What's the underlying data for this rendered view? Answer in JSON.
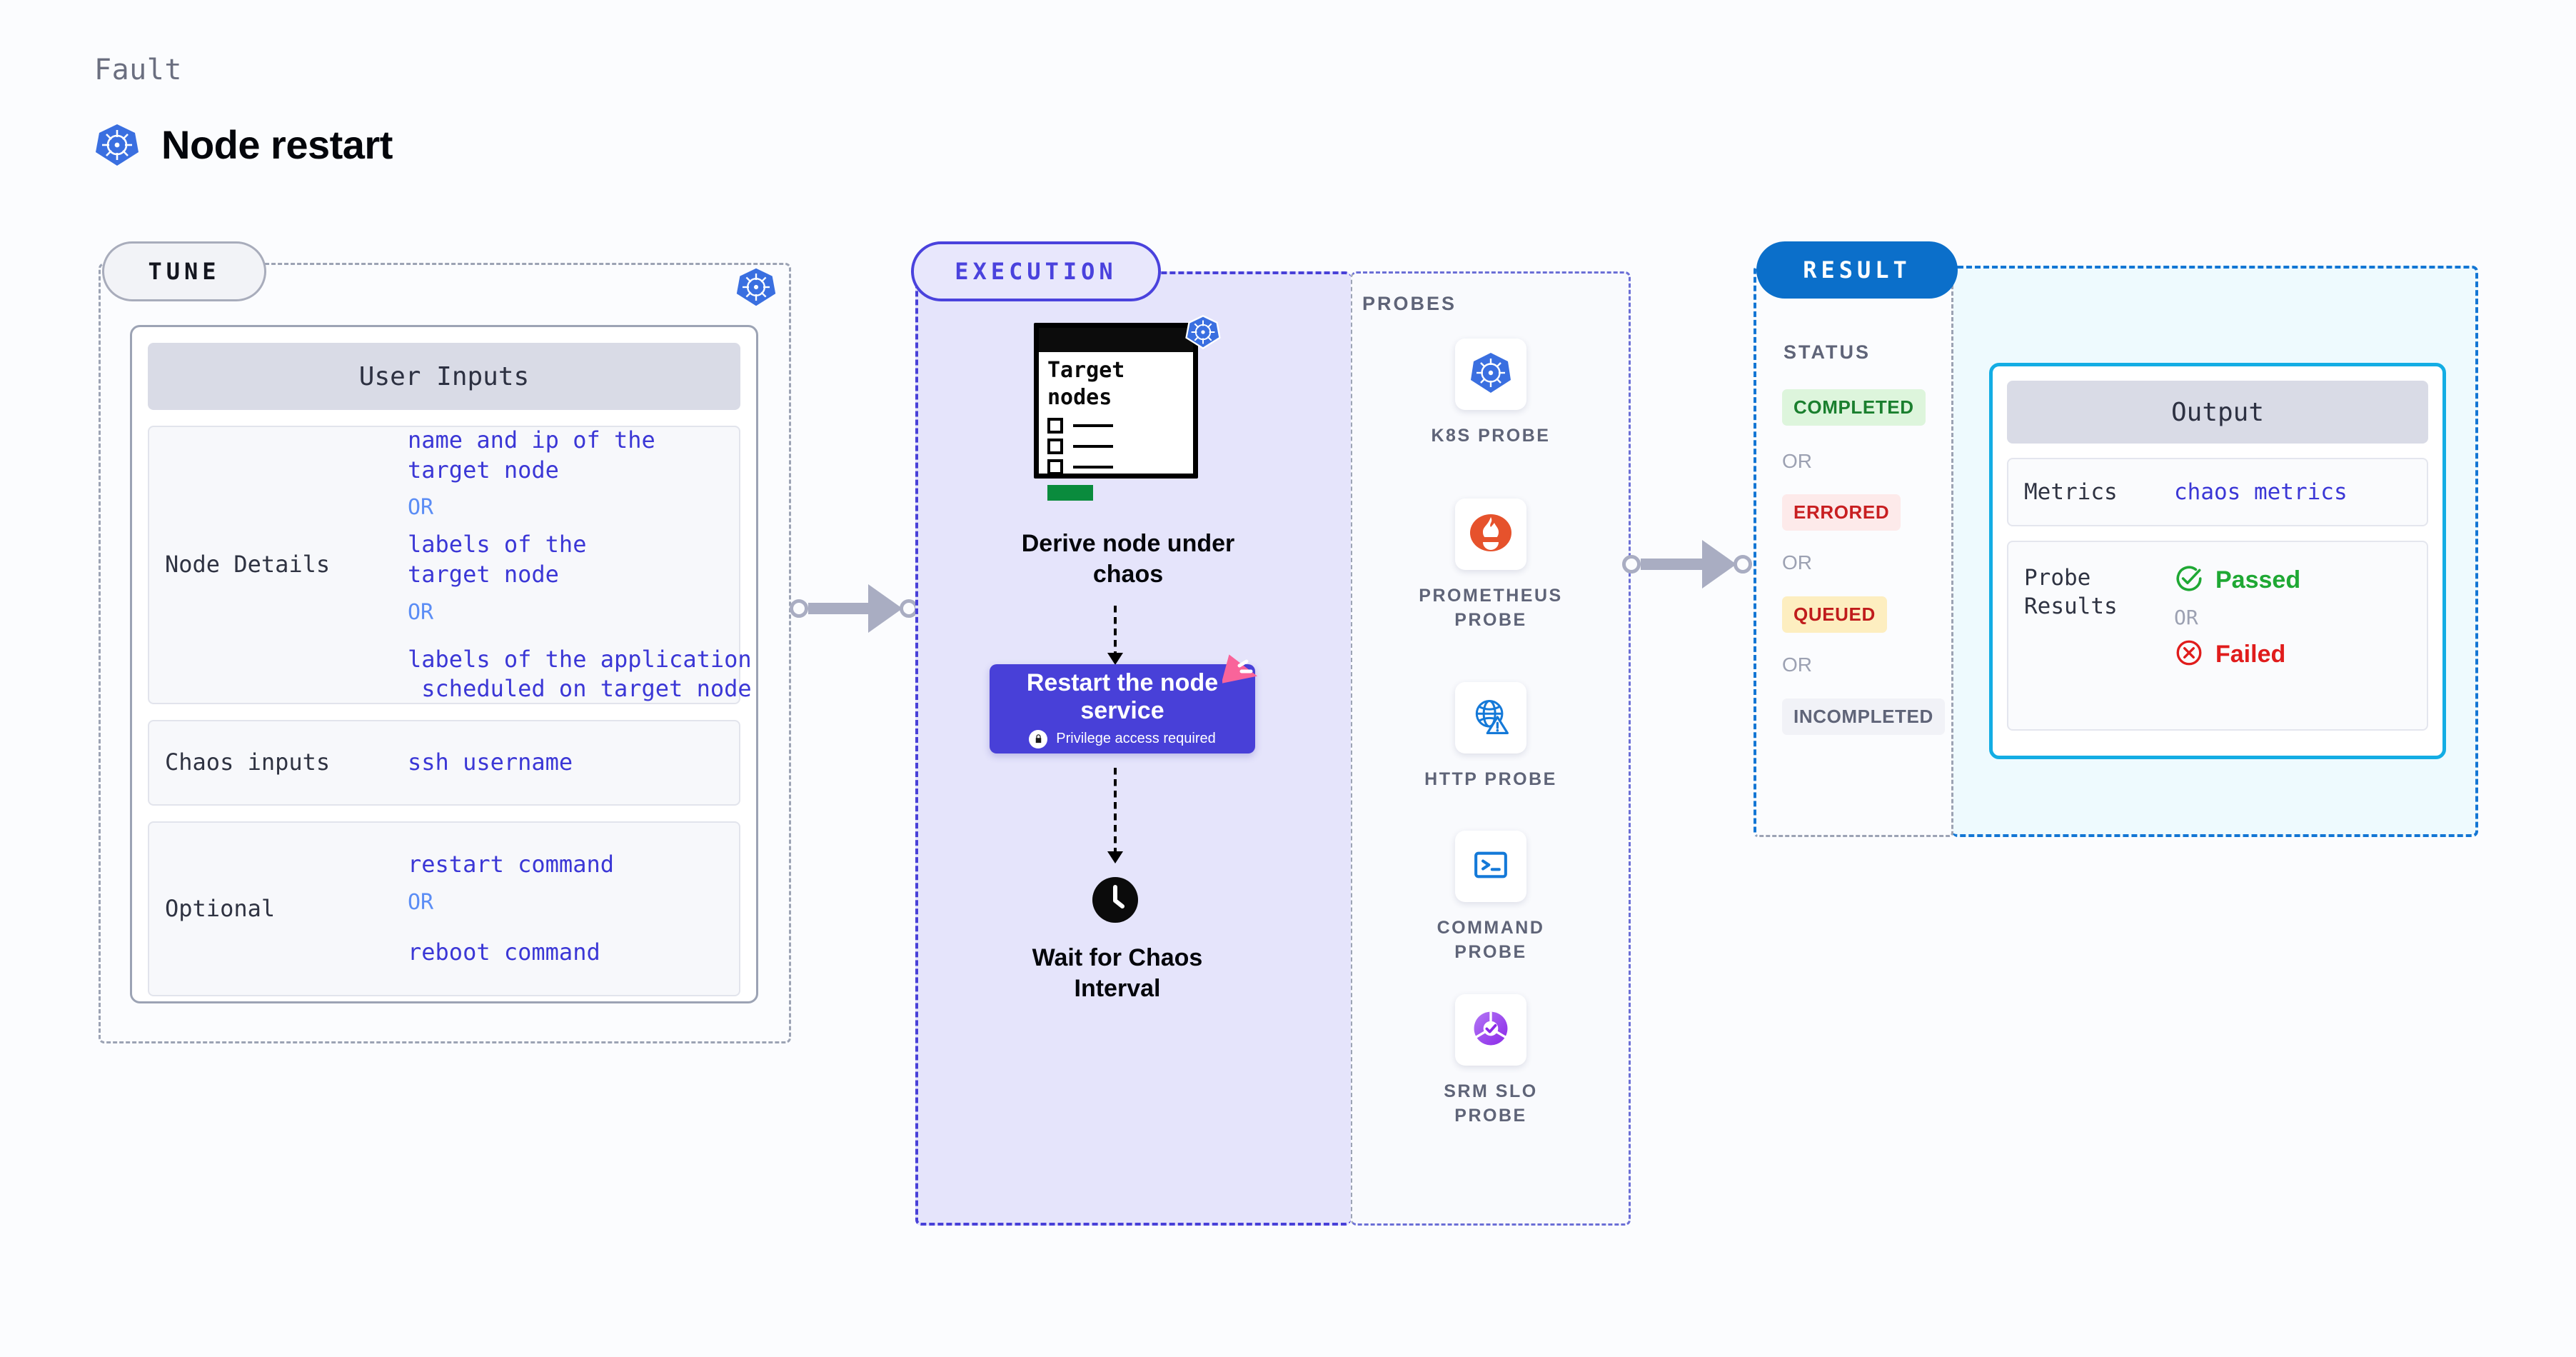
{
  "header": {
    "kicker": "Fault",
    "title": "Node restart",
    "icon": "kubernetes-icon"
  },
  "tune": {
    "pill_label": "TUNE",
    "badge_icon": "kubernetes-icon",
    "card_title": "User Inputs",
    "rows": [
      {
        "key": "Node Details",
        "values": [
          "name and ip of the\ntarget node",
          "labels of the\ntarget node",
          "labels of the application\n scheduled on target node"
        ],
        "separators": [
          "OR",
          "OR"
        ]
      },
      {
        "key": "Chaos inputs",
        "values": [
          "ssh username"
        ],
        "separators": []
      },
      {
        "key": "Optional",
        "values": [
          "restart command",
          "reboot command"
        ],
        "separators": [
          "OR"
        ]
      }
    ]
  },
  "execution": {
    "pill_label": "EXECUTION",
    "window": {
      "title_line1": "Target",
      "title_line2": "nodes",
      "badge_icon": "kubernetes-icon",
      "checkbox_count": 3,
      "progress_color": "#0a8b3d"
    },
    "steps": [
      {
        "caption": "Derive node under\nchaos"
      },
      {
        "caption": "Restart the node\nservice",
        "note": "Privilege access required",
        "note_icon": "lock-icon",
        "corner_icon": "fault-triangle-icon",
        "color": "#4840d8"
      },
      {
        "caption": "Wait for Chaos\nInterval",
        "icon": "clock-icon"
      }
    ]
  },
  "probes": {
    "title": "PROBES",
    "items": [
      {
        "label": "K8S PROBE",
        "icon": "kubernetes-icon"
      },
      {
        "label": "PROMETHEUS\nPROBE",
        "icon": "prometheus-icon"
      },
      {
        "label": "HTTP PROBE",
        "icon": "globe-warning-icon"
      },
      {
        "label": "COMMAND\nPROBE",
        "icon": "terminal-icon"
      },
      {
        "label": "SRM SLO\nPROBE",
        "icon": "srm-slo-icon"
      }
    ]
  },
  "result": {
    "pill_label": "RESULT",
    "status_title": "STATUS",
    "statuses": [
      {
        "label": "COMPLETED",
        "text_color": "#1a7f2e",
        "bg_color": "#ddf5dc"
      },
      {
        "label": "ERRORED",
        "text_color": "#c81f21",
        "bg_color": "#fdeaea"
      },
      {
        "label": "QUEUED",
        "text_color": "#c01c1c",
        "bg_color": "#fdeec0"
      },
      {
        "label": "INCOMPLETED",
        "text_color": "#5f6478",
        "bg_color": "#f1f2f7"
      }
    ],
    "status_separators": [
      "OR",
      "OR",
      "OR"
    ],
    "output": {
      "card_title": "Output",
      "rows": [
        {
          "key": "Metrics",
          "value": "chaos metrics"
        },
        {
          "key": "Probe\nResults",
          "verdicts": [
            {
              "label": "Passed",
              "icon": "check-circle-icon",
              "color": "#1fa834"
            },
            {
              "label": "Failed",
              "icon": "x-circle-icon",
              "color": "#e01c1c"
            }
          ],
          "separator": "OR"
        }
      ]
    }
  },
  "connectors": [
    {
      "from": "tune",
      "to": "execution"
    },
    {
      "from": "probes",
      "to": "result"
    }
  ],
  "colors": {
    "accent_indigo": "#4840d8",
    "accent_blue": "#0b6fca",
    "accent_cyan": "#13ade4",
    "k8s_blue": "#3a6fe0",
    "mono_text": "#3b37d6"
  }
}
